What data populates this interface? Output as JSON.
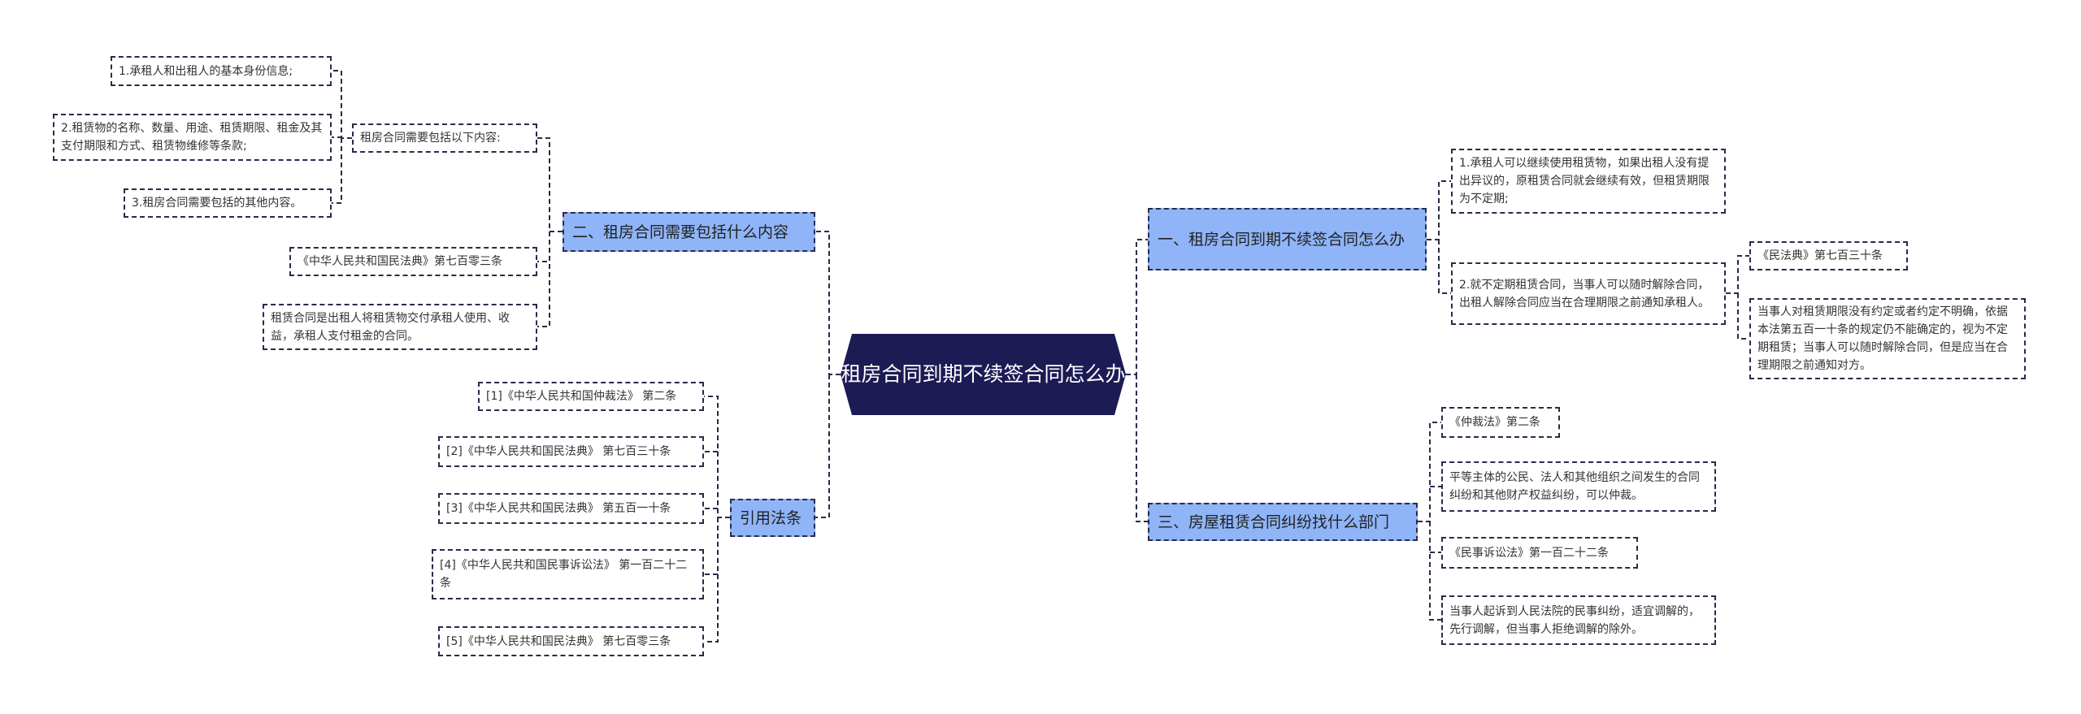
{
  "root": "租房合同到期不续签合同怎么办",
  "branch_two": {
    "title": "二、租房合同需要包括什么内容",
    "sub": {
      "title": "租房合同需要包括以下内容:",
      "items": [
        "1.承租人和出租人的基本身份信息;",
        "2.租赁物的名称、数量、用途、租赁期限、租金及其支付期限和方式、租赁物维修等条款;",
        "3.租房合同需要包括的其他内容。"
      ]
    },
    "law": "《中华人民共和国民法典》第七百零三条",
    "definition": "租赁合同是出租人将租赁物交付承租人使用、收益，承租人支付租金的合同。"
  },
  "citations": {
    "title": "引用法条",
    "items": [
      "[1]《中华人民共和国仲裁法》 第二条",
      "[2]《中华人民共和国民法典》 第七百三十条",
      "[3]《中华人民共和国民法典》 第五百一十条",
      "[4]《中华人民共和国民事诉讼法》 第一百二十二条",
      "[5]《中华人民共和国民法典》 第七百零三条"
    ]
  },
  "branch_one": {
    "title": "一、租房合同到期不续签合同怎么办",
    "item1": "1.承租人可以继续使用租赁物，如果出租人没有提出异议的，原租赁合同就会继续有效，但租赁期限为不定期;",
    "item2": "2.就不定期租赁合同，当事人可以随时解除合同，出租人解除合同应当在合理期限之前通知承租人。",
    "item2_law": "《民法典》第七百三十条",
    "item2_text": "当事人对租赁期限没有约定或者约定不明确，依据本法第五百一十条的规定仍不能确定的，视为不定期租赁；当事人可以随时解除合同，但是应当在合理期限之前通知对方。"
  },
  "branch_three": {
    "title": "三、房屋租赁合同纠纷找什么部门",
    "items": [
      "《仲裁法》第二条",
      "平等主体的公民、法人和其他组织之间发生的合同纠纷和其他财产权益纠纷，可以仲裁。",
      "《民事诉讼法》第一百二十二条",
      "当事人起诉到人民法院的民事纠纷，适宜调解的，先行调解，但当事人拒绝调解的除外。"
    ]
  }
}
